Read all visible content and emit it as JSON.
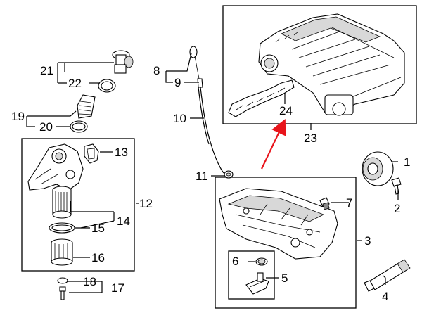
{
  "callouts": {
    "c1": "1",
    "c2": "2",
    "c3": "3",
    "c4": "4",
    "c5": "5",
    "c6": "6",
    "c7": "7",
    "c8": "8",
    "c9": "9",
    "c10": "10",
    "c11": "11",
    "c12": "12",
    "c13": "13",
    "c14": "14",
    "c15": "15",
    "c16": "16",
    "c17": "17",
    "c18": "18",
    "c19": "19",
    "c20": "20",
    "c21": "21",
    "c22": "22",
    "c23": "23",
    "c24": "24"
  },
  "colors": {
    "arrow": "#e8141b",
    "line": "#000000"
  }
}
